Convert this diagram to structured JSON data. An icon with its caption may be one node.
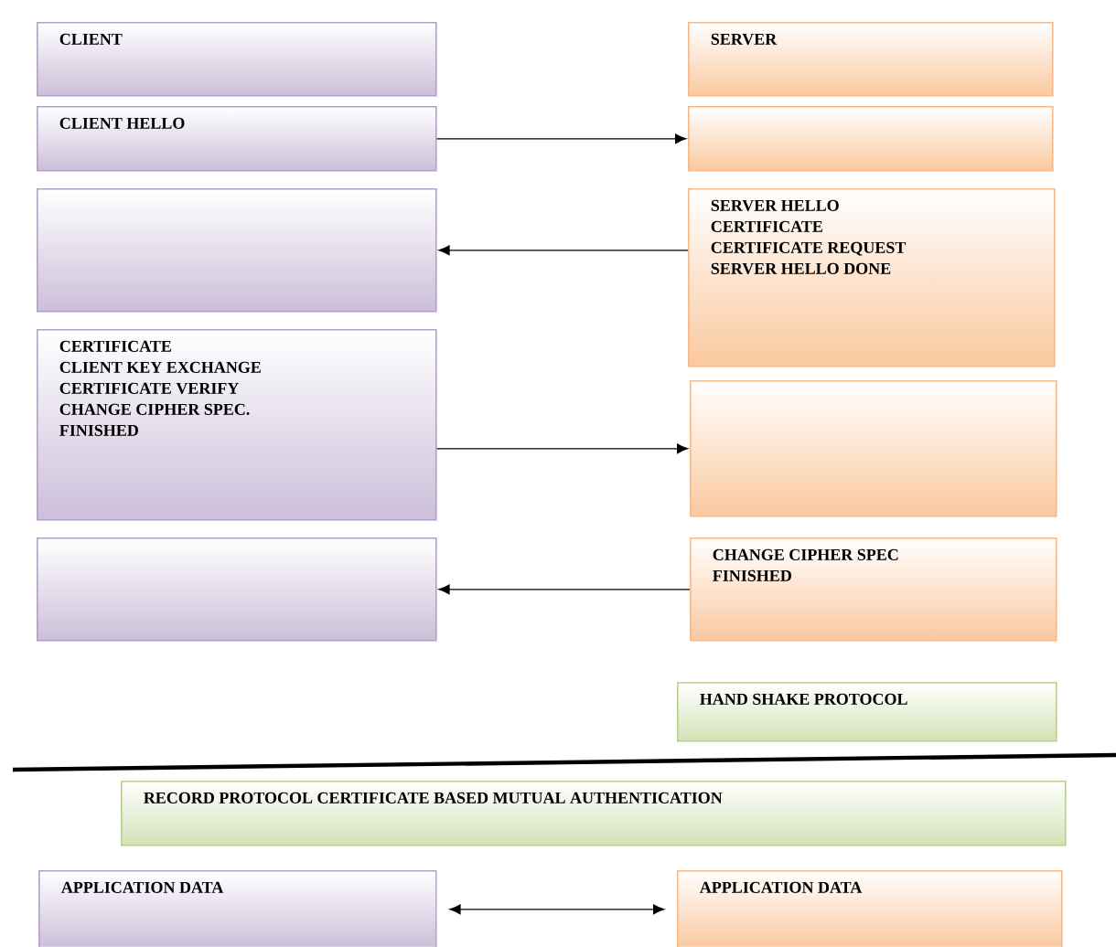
{
  "diagram": {
    "nodes": [
      {
        "text": [
          "CLIENT"
        ]
      },
      {
        "text": [
          "SERVER"
        ]
      },
      {
        "text": [
          "CLIENT HELLO"
        ]
      },
      {
        "text": [],
        "shape": "box"
      },
      {
        "text": [],
        "shape": "box"
      },
      {
        "text": [
          "SERVER HELLO",
          "CERTIFICATE",
          "CERTIFICATE REQUEST",
          "SERVER HELLO DONE"
        ]
      },
      {
        "text": [
          "CERTIFICATE",
          "CLIENT KEY EXCHANGE",
          "CERTIFICATE VERIFY",
          "CHANGE CIPHER SPEC.",
          "FINISHED"
        ]
      },
      {
        "text": [],
        "shape": "box"
      },
      {
        "text": [],
        "shape": "box"
      },
      {
        "text": [
          "CHANGE CIPHER SPEC",
          "FINISHED"
        ]
      },
      {
        "text": [
          "HAND SHAKE PROTOCOL"
        ]
      },
      {
        "text": [
          "RECORD PROTOCOL CERTIFICATE BASED MUTUAL AUTHENTICATION"
        ]
      },
      {
        "text": [
          "APPLICATION DATA"
        ]
      },
      {
        "text": [
          "APPLICATION DATA"
        ]
      }
    ],
    "edges": [
      {
        "from": 2,
        "to": 3,
        "arrow": "to"
      },
      {
        "from": 5,
        "to": 4,
        "arrow": "to"
      },
      {
        "from": 6,
        "to": 7,
        "arrow": "to"
      },
      {
        "from": 9,
        "to": 8,
        "arrow": "to"
      },
      {
        "from": 12,
        "to": 13,
        "arrow": "both"
      }
    ]
  }
}
